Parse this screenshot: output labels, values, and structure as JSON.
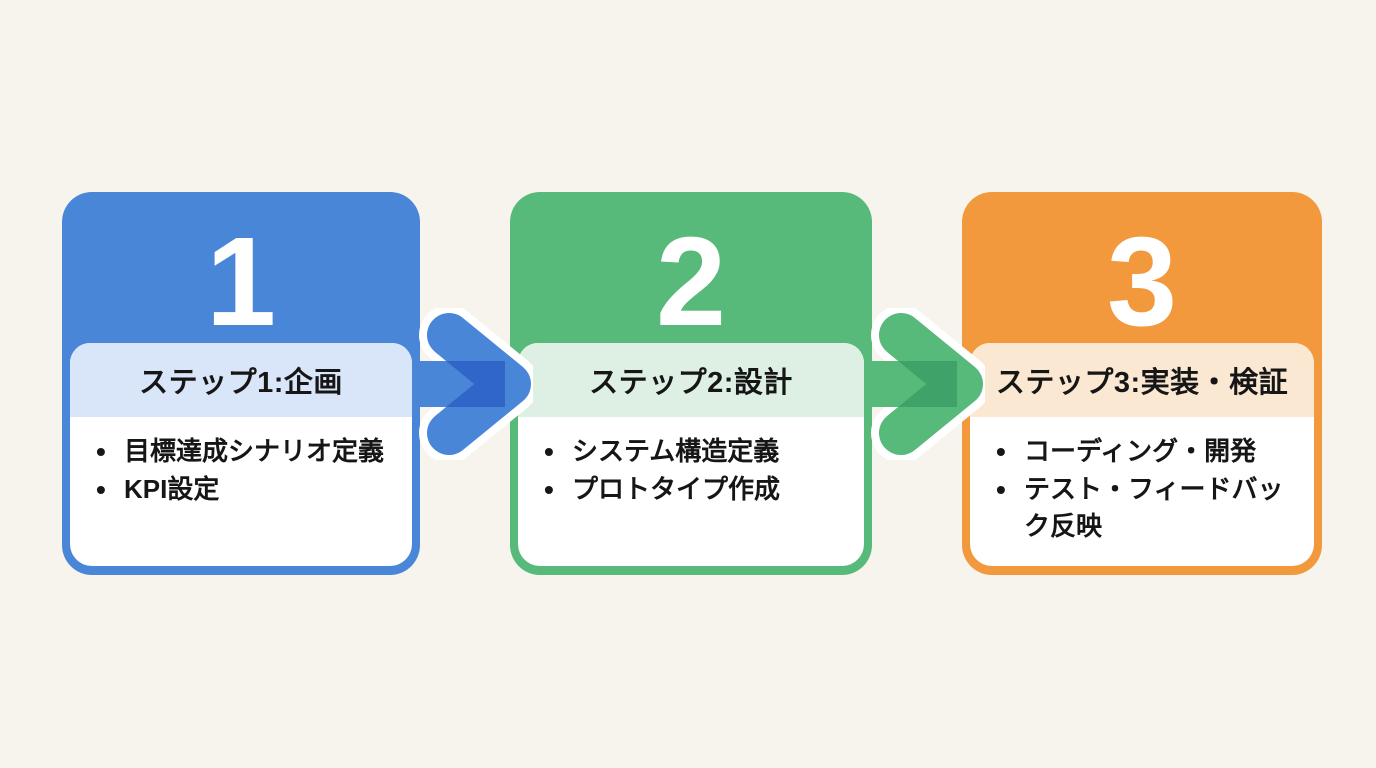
{
  "background_color": "#f6f4ed",
  "text_color": "#161616",
  "steps": [
    {
      "number": "1",
      "header": "ステップ1:企画",
      "bullets": [
        "目標達成シナリオ定義",
        "KPI設定"
      ],
      "accent_color": "#4a86d8",
      "header_bg_color": "#d9e5f8",
      "number_color": "#ffffff"
    },
    {
      "number": "2",
      "header": "ステップ2:設計",
      "bullets": [
        "システム構造定義",
        "プロトタイプ作成"
      ],
      "accent_color": "#57ba7b",
      "header_bg_color": "#def0e3",
      "number_color": "#ffffff"
    },
    {
      "number": "3",
      "header": "ステップ3:実装・検証",
      "bullets": [
        "コーディング・開発",
        "テスト・フィードバック反映"
      ],
      "accent_color": "#f2993e",
      "header_bg_color": "#fbe8d3",
      "number_color": "#ffffff"
    }
  ],
  "arrows": [
    {
      "from_step": "1",
      "to_step": "2",
      "color": "#4a86d8",
      "overlap_color": "#3166c9"
    },
    {
      "from_step": "2",
      "to_step": "3",
      "color": "#57ba7b",
      "overlap_color": "#3fa269"
    }
  ]
}
